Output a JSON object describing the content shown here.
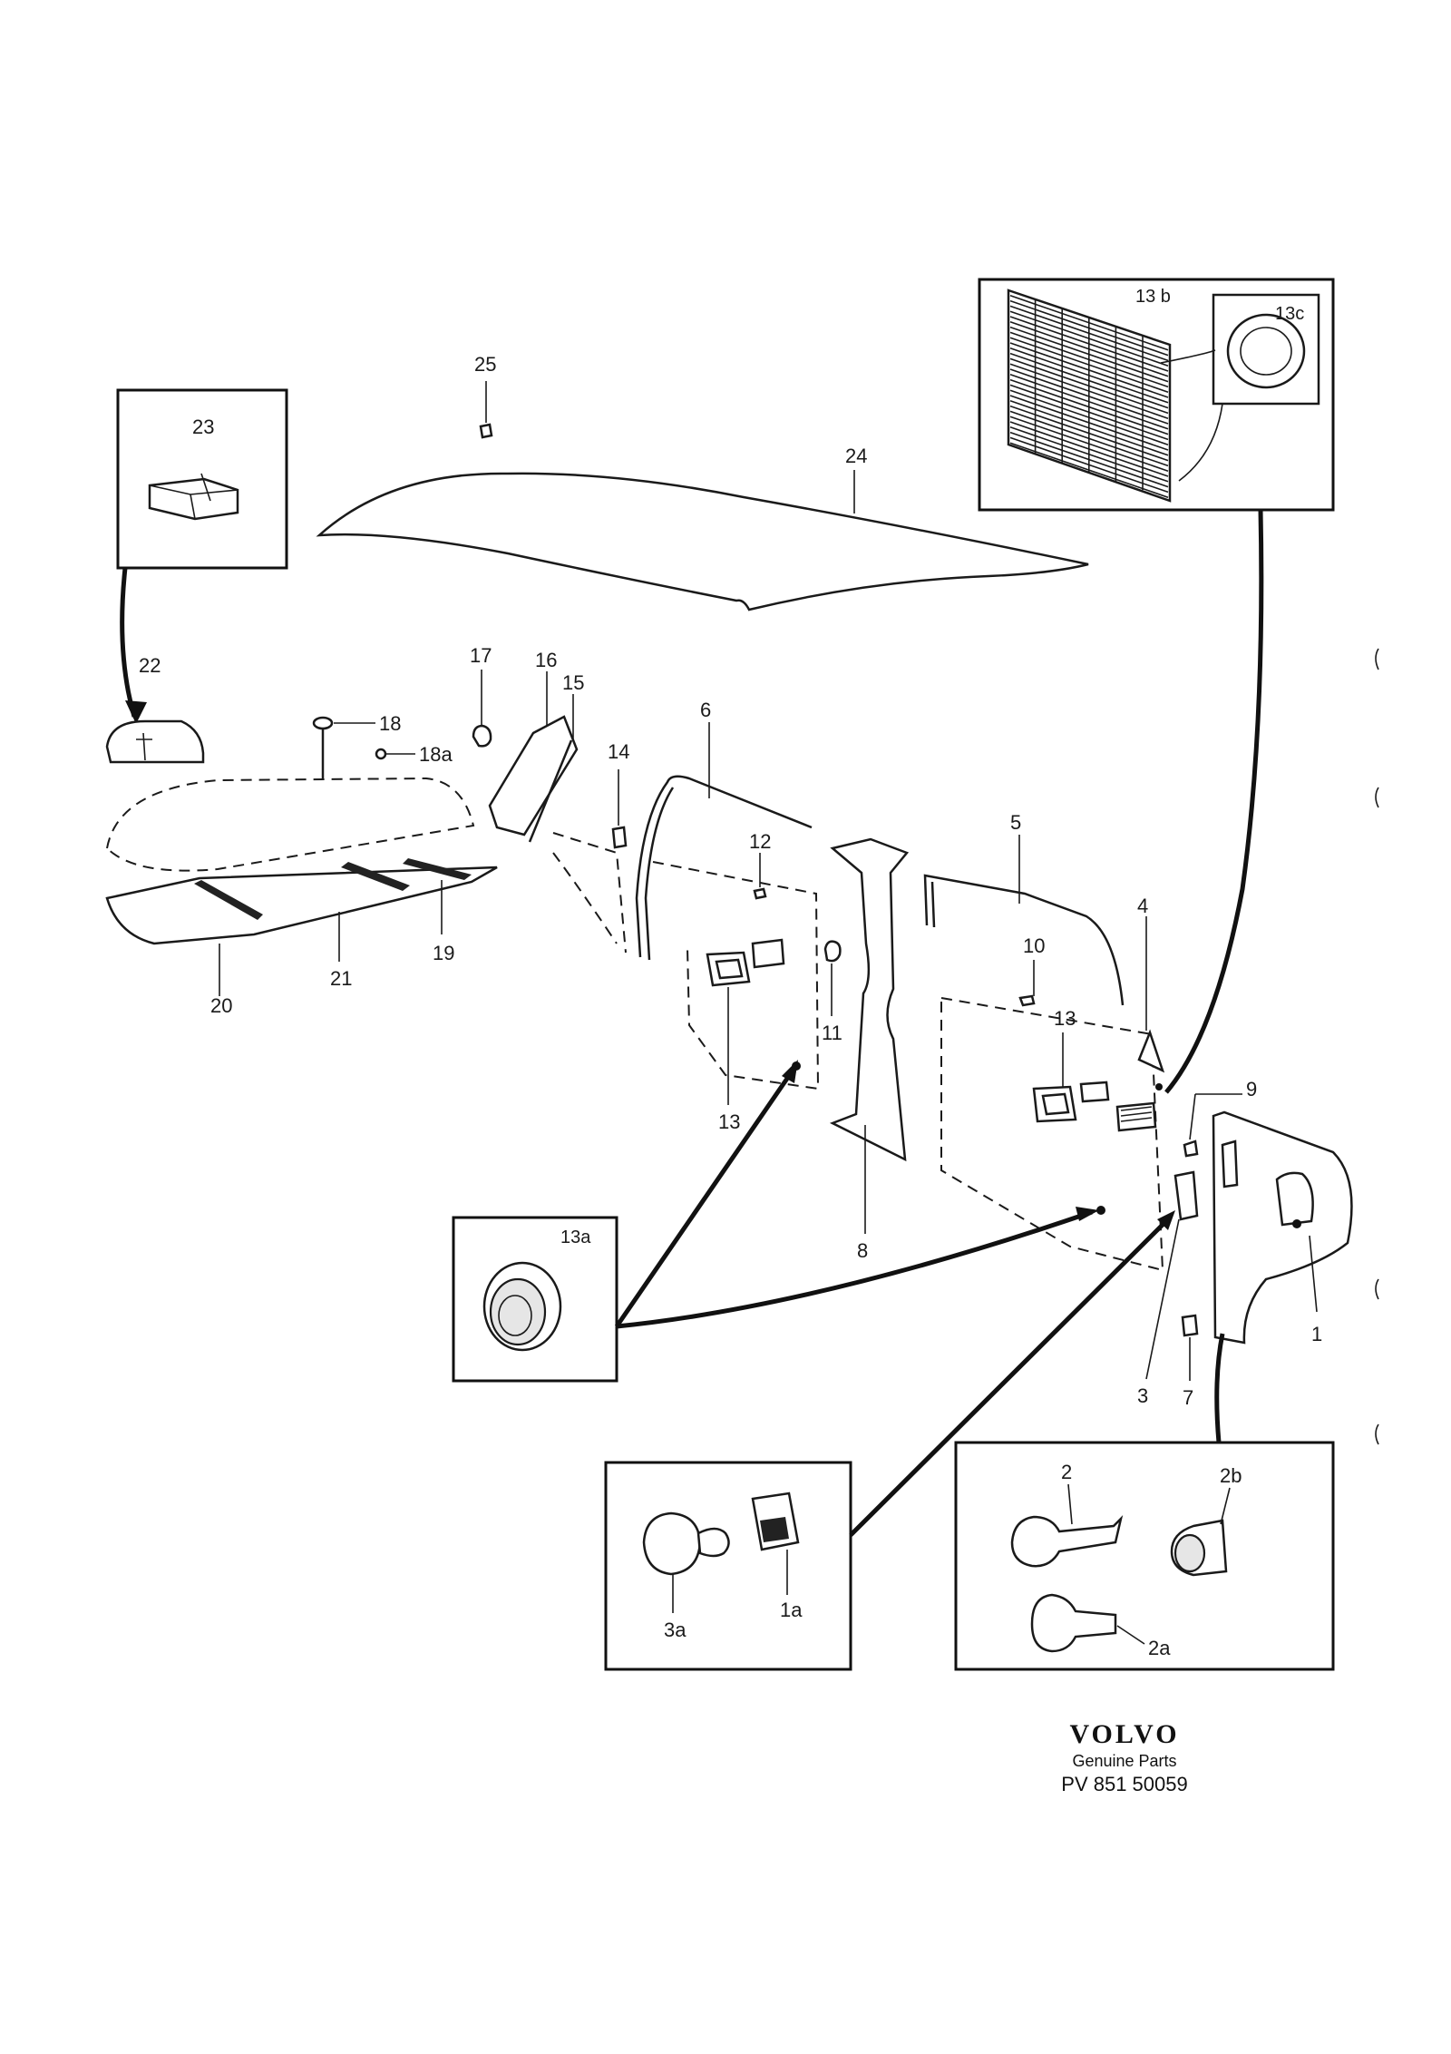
{
  "labels": {
    "l1": "1",
    "l1a": "1a",
    "l2": "2",
    "l2a": "2a",
    "l2b": "2b",
    "l3": "3",
    "l3a": "3a",
    "l4": "4",
    "l5": "5",
    "l6": "6",
    "l7": "7",
    "l8": "8",
    "l9": "9",
    "l10": "10",
    "l11": "11",
    "l12": "12",
    "l13_left": "13",
    "l13_right": "13",
    "l13a": "13a",
    "l13b": "13 b",
    "l13c": "13c",
    "l14": "14",
    "l15": "15",
    "l16": "16",
    "l17": "17",
    "l18": "18",
    "l18a": "18a",
    "l19": "19",
    "l20": "20",
    "l21": "21",
    "l22": "22",
    "l23": "23",
    "l24": "24",
    "l25": "25"
  },
  "footer": {
    "brand": "VOLVO",
    "subtitle": "Genuine Parts",
    "part_number": "PV 851 50059"
  }
}
